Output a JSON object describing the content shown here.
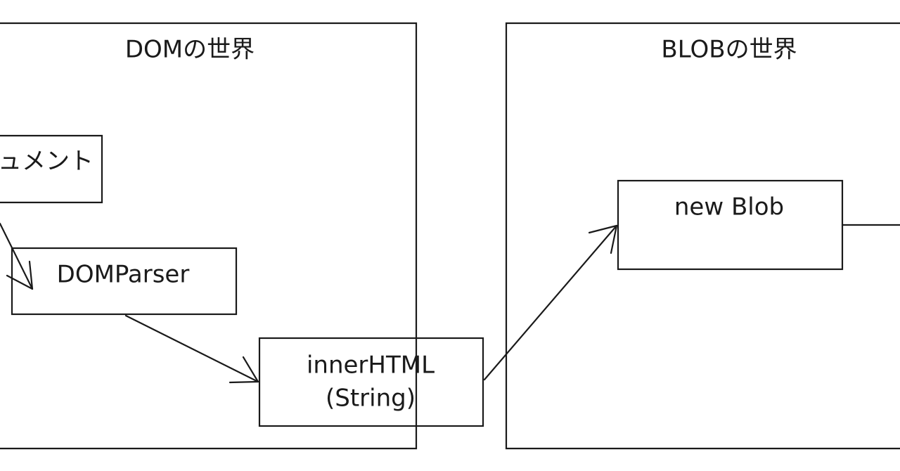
{
  "frames": {
    "dom": {
      "title": "DOMの世界"
    },
    "blob": {
      "title": "BLOBの世界"
    }
  },
  "nodes": {
    "document": {
      "label": "ュメント"
    },
    "domparser": {
      "label": "DOMParser"
    },
    "innerhtml": {
      "line1": "innerHTML",
      "line2": "(String)"
    },
    "newblob": {
      "label": "new Blob"
    }
  },
  "colors": {
    "stroke": "#1a1a1a",
    "background": "#ffffff"
  }
}
